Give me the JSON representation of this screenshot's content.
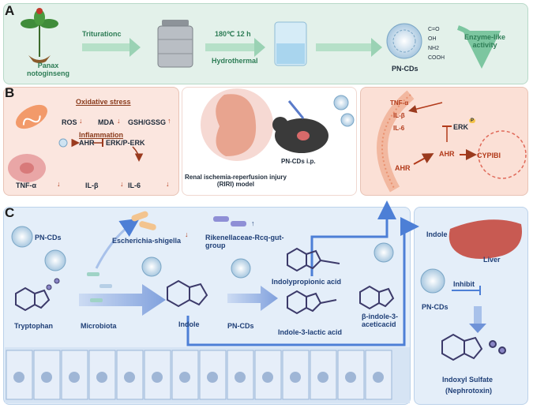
{
  "panel_a": {
    "label": "A",
    "plant_label": "Panax\nnotoginseng",
    "step1": "Triturationc",
    "step2_top": "180℃ 12 h",
    "step2_bottom": "Hydrothermal",
    "product": "PN-CDs",
    "groups": [
      "C=O",
      "OH",
      "NH2",
      "COOH"
    ],
    "activity": "Enzyme-like\nactivity"
  },
  "panel_b": {
    "label": "B",
    "oxidative_title": "Oxidative stress",
    "ros": "ROS",
    "mda": "MDA",
    "gsh": "GSH/GSSG",
    "inflammation_title": "Inflammation",
    "ahr": "AHR",
    "erk": "ERK/P-ERK",
    "tnf": "TNF-α",
    "il1b": "IL-β",
    "il6": "IL-6",
    "model": "Renal ischemia-reperfusion injury\n(RIRI) model",
    "ip": "PN-CDs i.p.",
    "right_tnf": "TNF-α",
    "right_il1b": "IL-β",
    "right_il6": "IL-6",
    "right_ahr_left": "AHR",
    "right_ahr_mid": "AHR",
    "right_erk": "ERK",
    "right_p": "P",
    "cyp": "CYPIBI"
  },
  "panel_c": {
    "label": "C",
    "pncds_top": "PN-CDs",
    "tryptophan": "Tryptophan",
    "microbiota": "Microbiota",
    "bacteria1": "Escherichia-shigella",
    "bacteria2": "Rikenellaceae-Rcq-gut-\ngroup",
    "indole": "Indole",
    "pncds_mid": "PN-CDs",
    "ipa": "Indolypropionic acid",
    "ila": "Indole-3-lactic acid",
    "iaa": "β-indole-3-\naceticacid",
    "liver_indole": "Indole",
    "liver": "Liver",
    "inhibit": "Inhibit",
    "pncds_liver": "PN-CDs",
    "sulfate": "Indoxyl Sulfate",
    "nephrotoxin": "(Nephrotoxin)"
  },
  "colors": {
    "panel_a_bg": "#e3f1ea",
    "panel_b_bg": "#fbe6df",
    "panel_c_bg": "#e4eef9",
    "green_arrow": "#7cc6a0",
    "blue_arrow": "#4d7fd6",
    "red_arrow": "#c0392b"
  }
}
